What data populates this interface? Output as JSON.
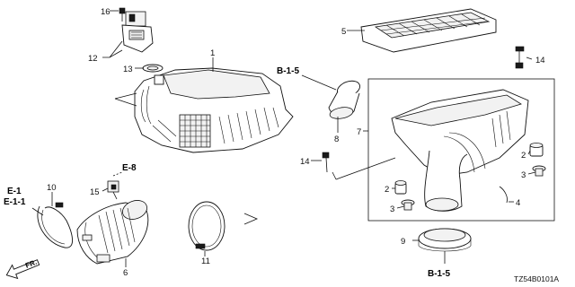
{
  "callouts": {
    "c1": "1",
    "c2a": "2",
    "c2b": "2",
    "c3a": "3",
    "c3b": "3",
    "c4": "4",
    "c5": "5",
    "c6": "6",
    "c7": "7",
    "c8": "8",
    "c9": "9",
    "c10": "10",
    "c11": "11",
    "c12": "12",
    "c13": "13",
    "c14a": "14",
    "c14b": "14",
    "c15": "15",
    "c16": "16"
  },
  "references": {
    "b15_top": "B-1-5",
    "b15_bottom": "B-1-5",
    "e8": "E-8",
    "e1": "E-1",
    "e11": "E-1-1"
  },
  "front_marker": "FR.",
  "diagram_code": "TZ54B0101A"
}
